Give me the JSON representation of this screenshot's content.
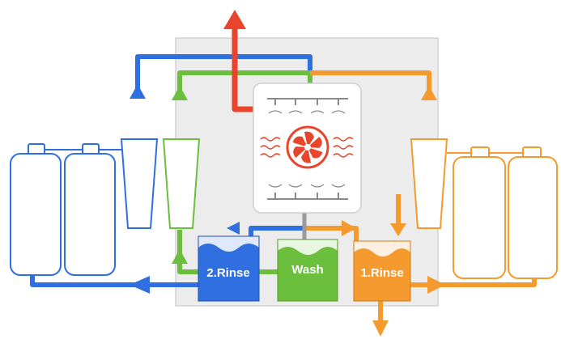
{
  "colors": {
    "blue": "#2f6fe0",
    "green": "#6cbf3c",
    "orange": "#f59a2e",
    "red": "#e8452c",
    "gray": "#9a9a9a",
    "panel": "#ececec",
    "panel_border": "#d2d2d2"
  },
  "tanks": {
    "rinse2": {
      "label": "2.Rinse",
      "color": "#2f6fe0"
    },
    "wash": {
      "label": "Wash",
      "color": "#6cbf3c"
    },
    "rinse1": {
      "label": "1.Rinse",
      "color": "#f59a2e"
    }
  },
  "icons": {
    "fan": "fan-icon",
    "heater": "heating-wave-icon",
    "spray": "spray-nozzle-icon",
    "arrow": "flow-arrow-icon"
  }
}
